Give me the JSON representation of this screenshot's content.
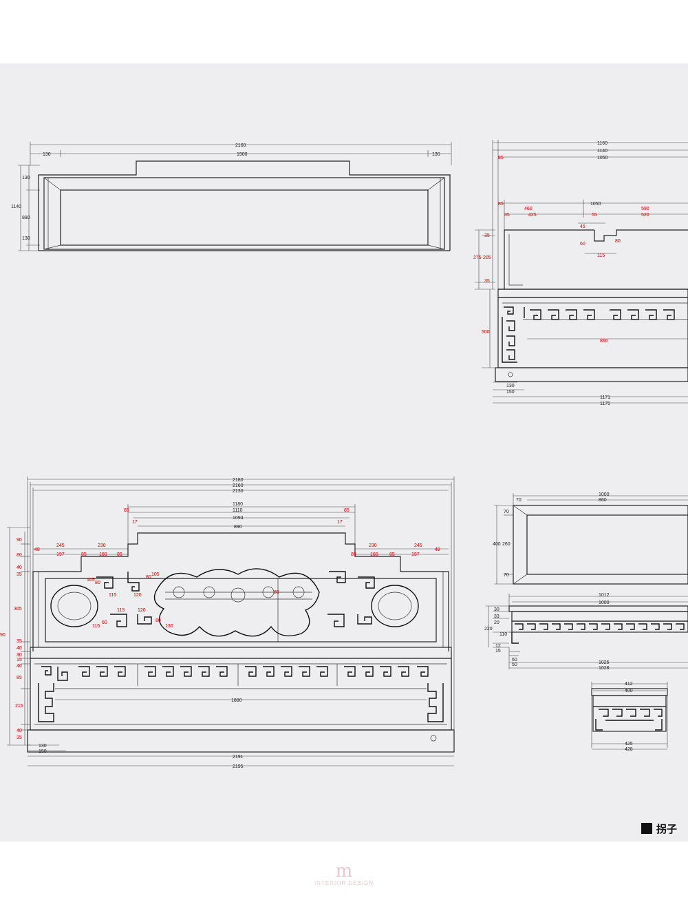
{
  "footer_tag": "拐子",
  "watermark": {
    "mark": "m",
    "text": "INTERIOR DESIGN"
  },
  "front_top": {
    "overall": "2160",
    "inner": "1900",
    "left": "130",
    "right": "130",
    "height": "1140",
    "panel": "880",
    "top_rail": "130",
    "bottom_rail": "130"
  },
  "side_view": {
    "d1": "1160",
    "d2": "1140",
    "d3": "1050",
    "d4": "85",
    "d5": "1050",
    "d6": "460",
    "d7": "590",
    "d8": "425",
    "d9": "520",
    "d10": "35",
    "d11": "55",
    "h1": "35",
    "h2": "275",
    "h3": "205",
    "h4": "35",
    "h5": "500",
    "k1": "45",
    "k2": "60",
    "k3": "80",
    "k4": "115",
    "apron": "860",
    "b1": "130",
    "b2": "150",
    "base1": "1171",
    "base2": "1175"
  },
  "front_main": {
    "w1": "2180",
    "w2": "2160",
    "w3": "2130",
    "w4": "1180",
    "w5": "1110",
    "w6": "1094",
    "w7": "890",
    "e1": "85",
    "e2": "85",
    "e3": "17",
    "e4": "17",
    "l1": "245",
    "l2": "230",
    "l3": "48",
    "l4": "197",
    "l5": "85",
    "l6": "160",
    "l7": "85",
    "r1": "230",
    "r2": "245",
    "r3": "85",
    "r4": "160",
    "r5": "85",
    "r6": "197",
    "r7": "48",
    "v1": "90",
    "v2": "80",
    "v3": "40",
    "v4": "35",
    "v5": "305",
    "v6": "35",
    "v7": "40",
    "v8": "30",
    "v9": "15",
    "v10": "40",
    "v11": "85",
    "v12": "215",
    "v13": "40",
    "v14": "35",
    "c1": "105",
    "c2": "80",
    "c3": "115",
    "c4": "120",
    "c5": "115",
    "c6": "120",
    "c7": "60",
    "c8": "80",
    "c9": "115",
    "c10": "130",
    "c11": "80",
    "c12": "105",
    "c13": "80",
    "apron": "1880",
    "b1": "130",
    "b2": "150",
    "base1": "2191",
    "base2": "2195",
    "edge": "90"
  },
  "stool_top": {
    "w1": "1000",
    "w2": "860",
    "m": "70",
    "h1": "70",
    "h2": "400",
    "h3": "260",
    "h4": "70"
  },
  "stool_front": {
    "w1": "1012",
    "w2": "1000",
    "h1": "30",
    "h2": "33",
    "h3": "20",
    "h4": "220",
    "h5": "110",
    "h6": "12",
    "h7": "15",
    "f1": "60",
    "f2": "50",
    "b1": "1025",
    "b2": "1028"
  },
  "small": {
    "w1": "412",
    "w2": "400",
    "b1": "425",
    "b2": "428"
  }
}
